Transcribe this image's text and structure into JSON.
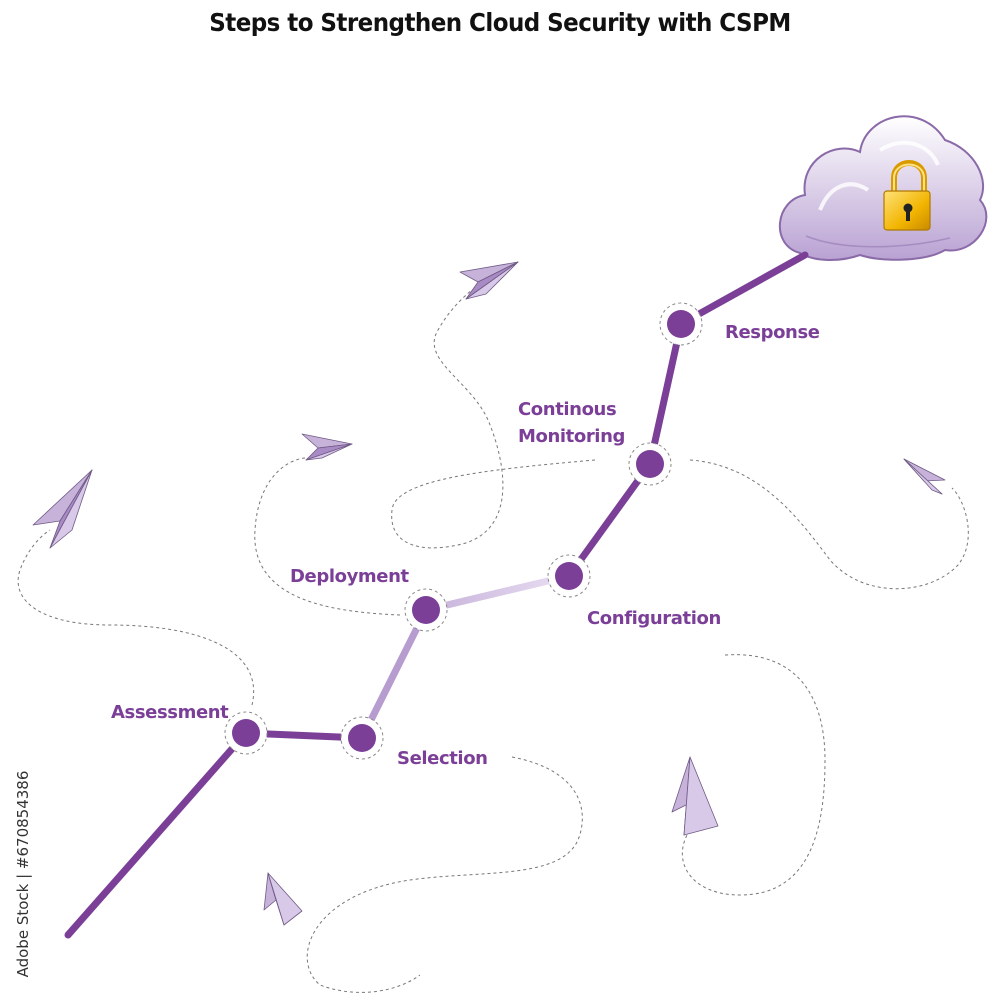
{
  "title": "Steps to Strengthen Cloud Security with CSPM",
  "steps": [
    {
      "label": "Assessment"
    },
    {
      "label": "Selection"
    },
    {
      "label": "Deployment"
    },
    {
      "label": "Configuration"
    },
    {
      "label": "Continous",
      "label2": "Monitoring"
    },
    {
      "label": "Response"
    }
  ],
  "stock_text": "Adobe Stock | #670854386",
  "colors": {
    "path": "#7b3f98",
    "path_light": "#c9b3dd",
    "node": "#7b3f98",
    "plane": "#c7b2d9",
    "lock": "#f2b400"
  },
  "icons": [
    "paper-plane-icon",
    "cloud-icon",
    "lock-icon"
  ]
}
